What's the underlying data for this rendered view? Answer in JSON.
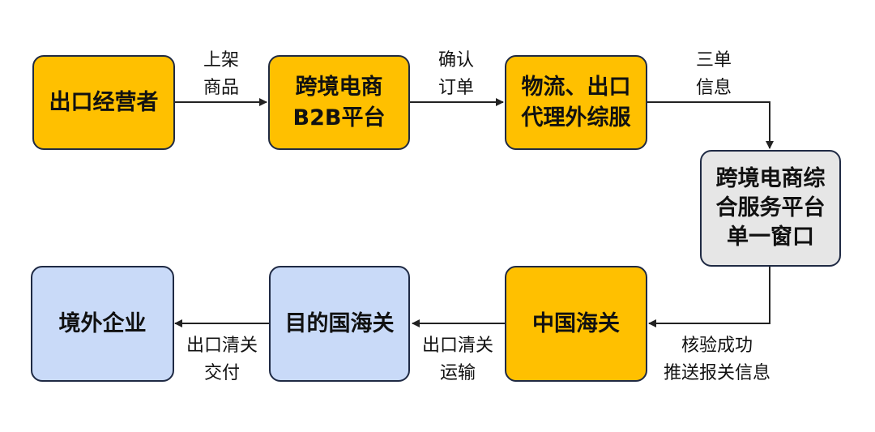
{
  "nodes": {
    "exporter": "出口经营者",
    "b2b": "跨境电商\nB2B平台",
    "logistics": "物流、出口\n代理外综服",
    "platform": "跨境电商综\n合服务平台\n单一窗口",
    "customs_cn": "中国海关",
    "customs_dest": "目的国海关",
    "foreign": "境外企业"
  },
  "edges": {
    "list_goods": "上架\n商品",
    "confirm_order": "确认\n订单",
    "three_docs": "三单\n信息",
    "verify_push": "核验成功\n推送报关信息",
    "clear_transport": "出口清关\n运输",
    "clear_deliver": "出口清关\n交付"
  },
  "colors": {
    "orange": "#FFC000",
    "grey": "#E6E6E6",
    "blue": "#C9DAF8",
    "border": "#1F2A44",
    "arrow": "#222222"
  }
}
